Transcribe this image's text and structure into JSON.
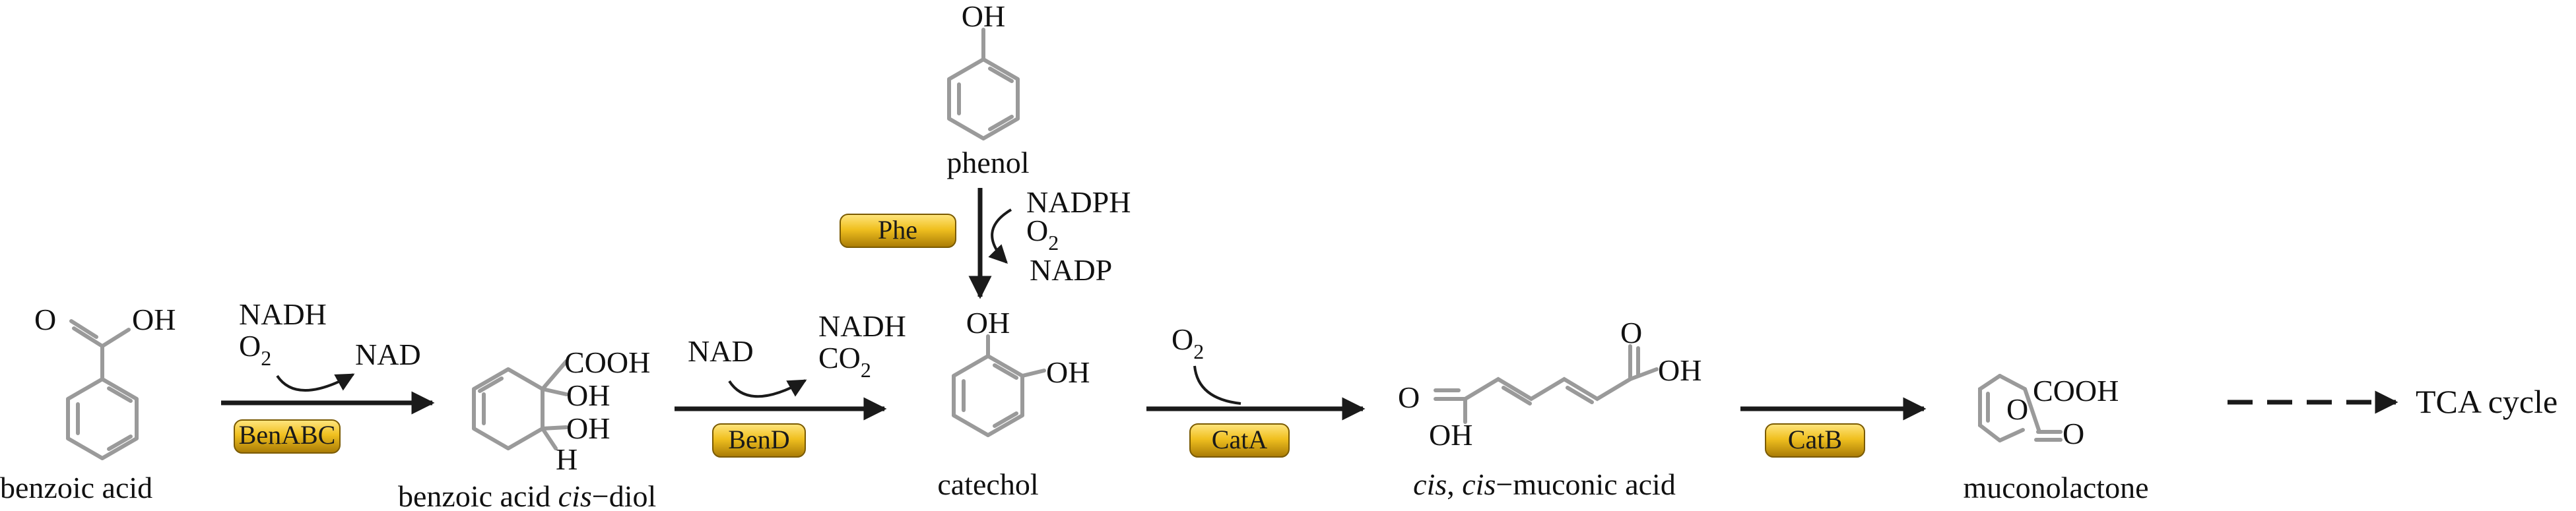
{
  "palette": {
    "bond": "#9a9a9a",
    "arrow": "#1a1a1a",
    "text": "#111111",
    "enzyme_badge_fill": "#e2b21a",
    "enzyme_badge_highlight": "#ffe066",
    "enzyme_badge_shadow": "#7a5a00"
  },
  "compounds": {
    "benzoic_acid": {
      "name": "benzoic acid",
      "o": "O",
      "oh": "OH"
    },
    "diol": {
      "name_main": "benzoic acid ",
      "name_italic": "cis",
      "name_tail": "−diol",
      "cooh": "COOH",
      "oh1": "OH",
      "oh2": "OH",
      "h": "H"
    },
    "phenol": {
      "name": "phenol",
      "oh": "OH"
    },
    "catechol": {
      "name": "catechol",
      "oh1": "OH",
      "oh2": "OH"
    },
    "muconic": {
      "name_italic1": "cis",
      "name_mid": ", ",
      "name_italic2": "cis",
      "name_tail": "−muconic acid",
      "o": "O",
      "oh_bottom": "OH",
      "o_top": "O",
      "oh_right": "OH"
    },
    "muconolactone": {
      "name": "muconolactone",
      "cooh": "COOH",
      "o_ring": "O",
      "o_keto": "O"
    },
    "tca": {
      "name": "TCA cycle"
    }
  },
  "reactions": {
    "r1": {
      "enzyme": "BenABC",
      "cofactor_in": "NADH",
      "o2_letter": "O",
      "o2_sub": "2",
      "cofactor_out": "NAD"
    },
    "r2": {
      "enzyme": "BenD",
      "cofactor_in": "NAD",
      "cofactor_out": "NADH",
      "co2_letters": "CO",
      "co2_sub": "2"
    },
    "r3": {
      "enzyme": "Phe",
      "cofactor_in": "NADPH",
      "o2_letter": "O",
      "o2_sub": "2",
      "cofactor_out": "NADP"
    },
    "r4": {
      "enzyme": "CatA",
      "o2_letter": "O",
      "o2_sub": "2"
    },
    "r5": {
      "enzyme": "CatB"
    }
  }
}
